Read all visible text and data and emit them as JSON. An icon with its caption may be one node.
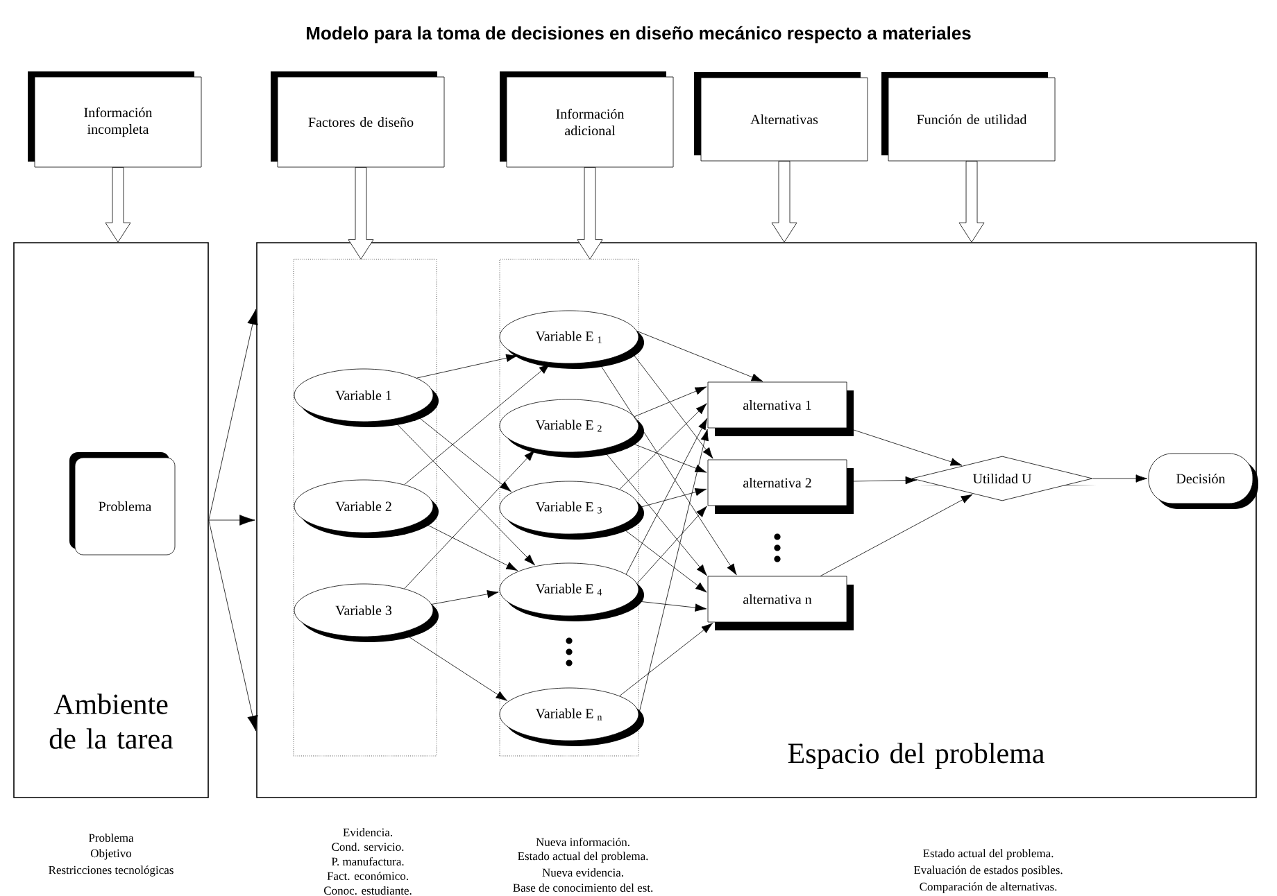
{
  "diagram": {
    "title": "Modelo para la toma de decisiones en diseño mecánico respecto a materiales",
    "nodes": [
      {
        "text": [
          "Información incompleta"
        ]
      },
      {
        "text": [
          "Factores de diseño"
        ]
      },
      {
        "text": [
          "Información adicional"
        ]
      },
      {
        "text": [
          "Alternativas"
        ]
      },
      {
        "text": [
          "Función de utilidad"
        ]
      },
      {
        "text": [
          "Ambiente de la tarea"
        ],
        "beside": [
          "Problema",
          "Objetivo",
          "Restricciones tecnológicas"
        ]
      },
      {
        "text": [
          "Problema"
        ],
        "in": 5
      },
      {
        "text": [
          "Espacio del problema"
        ],
        "beside": [
          "Estado actual del problema.",
          "Evaluación de estados posibles.",
          "Comparación de alternativas."
        ]
      },
      {
        "text": [],
        "shape": "box",
        "in": 7,
        "beside": [
          "Evidencia.",
          "Cond. servicio.",
          "P. manufactura.",
          "Fact. económico.",
          "Conoc. estudiante."
        ]
      },
      {
        "text": [],
        "shape": "box",
        "in": 7,
        "beside": [
          "Nueva información.",
          "Estado actual del problema.",
          "Nueva evidencia.",
          "Base de conocimiento del est."
        ]
      },
      {
        "text": [
          "Variable 1"
        ],
        "in": 8
      },
      {
        "text": [
          "Variable 2"
        ],
        "in": 8
      },
      {
        "text": [
          "Variable 3"
        ],
        "in": 8
      },
      {
        "text": [
          "Variable E $_{1}$"
        ],
        "in": 9
      },
      {
        "text": [
          "Variable E $_{2}$"
        ],
        "in": 9
      },
      {
        "text": [
          "Variable E $_{3}$"
        ],
        "in": 9
      },
      {
        "text": [
          "Variable E $_{4}$"
        ],
        "in": 9
      },
      {
        "text": [
          "Variable E $_{n}$"
        ],
        "in": 9
      },
      {
        "text": [
          "alternativa 1"
        ],
        "in": 7
      },
      {
        "text": [
          "alternativa 2"
        ],
        "in": 7
      },
      {
        "text": [
          "alternativa n"
        ],
        "in": 7
      },
      {
        "text": [
          "Utilidad U"
        ],
        "in": 7
      },
      {
        "text": [
          "Decisión"
        ],
        "in": 7
      }
    ],
    "edges": [
      {
        "from": 0,
        "to": 5,
        "arrow": "to",
        "style": "thick"
      },
      {
        "from": 1,
        "to": 8,
        "arrow": "to",
        "style": "thick"
      },
      {
        "from": 2,
        "to": 9,
        "arrow": "to",
        "style": "thick"
      },
      {
        "from": 3,
        "to": 7,
        "arrow": "to",
        "style": "thick"
      },
      {
        "from": 4,
        "to": 7,
        "arrow": "to",
        "style": "thick"
      },
      {
        "from": 5,
        "to": 7,
        "arrow": "to"
      },
      {
        "from": 5,
        "to": 7,
        "arrow": "to"
      },
      {
        "from": 5,
        "to": 7,
        "arrow": "to"
      },
      {
        "from": 10,
        "to": 13,
        "arrow": "to"
      },
      {
        "from": 10,
        "to": 15,
        "arrow": "to"
      },
      {
        "from": 10,
        "to": 16,
        "arrow": "to"
      },
      {
        "from": 11,
        "to": 13,
        "arrow": "to"
      },
      {
        "from": 11,
        "to": 16,
        "arrow": "to"
      },
      {
        "from": 12,
        "to": 14,
        "arrow": "to"
      },
      {
        "from": 12,
        "to": 16,
        "arrow": "to"
      },
      {
        "from": 12,
        "to": 17,
        "arrow": "to"
      },
      {
        "from": 13,
        "to": 18,
        "arrow": "to"
      },
      {
        "from": 13,
        "to": 19,
        "arrow": "to"
      },
      {
        "from": 13,
        "to": 20,
        "arrow": "to"
      },
      {
        "from": 14,
        "to": 18,
        "arrow": "to"
      },
      {
        "from": 14,
        "to": 19,
        "arrow": "to"
      },
      {
        "from": 14,
        "to": 20,
        "arrow": "to"
      },
      {
        "from": 15,
        "to": 18,
        "arrow": "to"
      },
      {
        "from": 15,
        "to": 19,
        "arrow": "to"
      },
      {
        "from": 15,
        "to": 20,
        "arrow": "to"
      },
      {
        "from": 16,
        "to": 18,
        "arrow": "to"
      },
      {
        "from": 16,
        "to": 19,
        "arrow": "to"
      },
      {
        "from": 16,
        "to": 20,
        "arrow": "to"
      },
      {
        "from": 17,
        "to": 18,
        "arrow": "to"
      },
      {
        "from": 17,
        "to": 20,
        "arrow": "to"
      },
      {
        "from": 18,
        "to": 21,
        "arrow": "to"
      },
      {
        "from": 19,
        "to": 21,
        "arrow": "to"
      },
      {
        "from": 20,
        "to": 21,
        "arrow": "to"
      },
      {
        "from": 21,
        "to": 22,
        "arrow": "to"
      }
    ]
  }
}
